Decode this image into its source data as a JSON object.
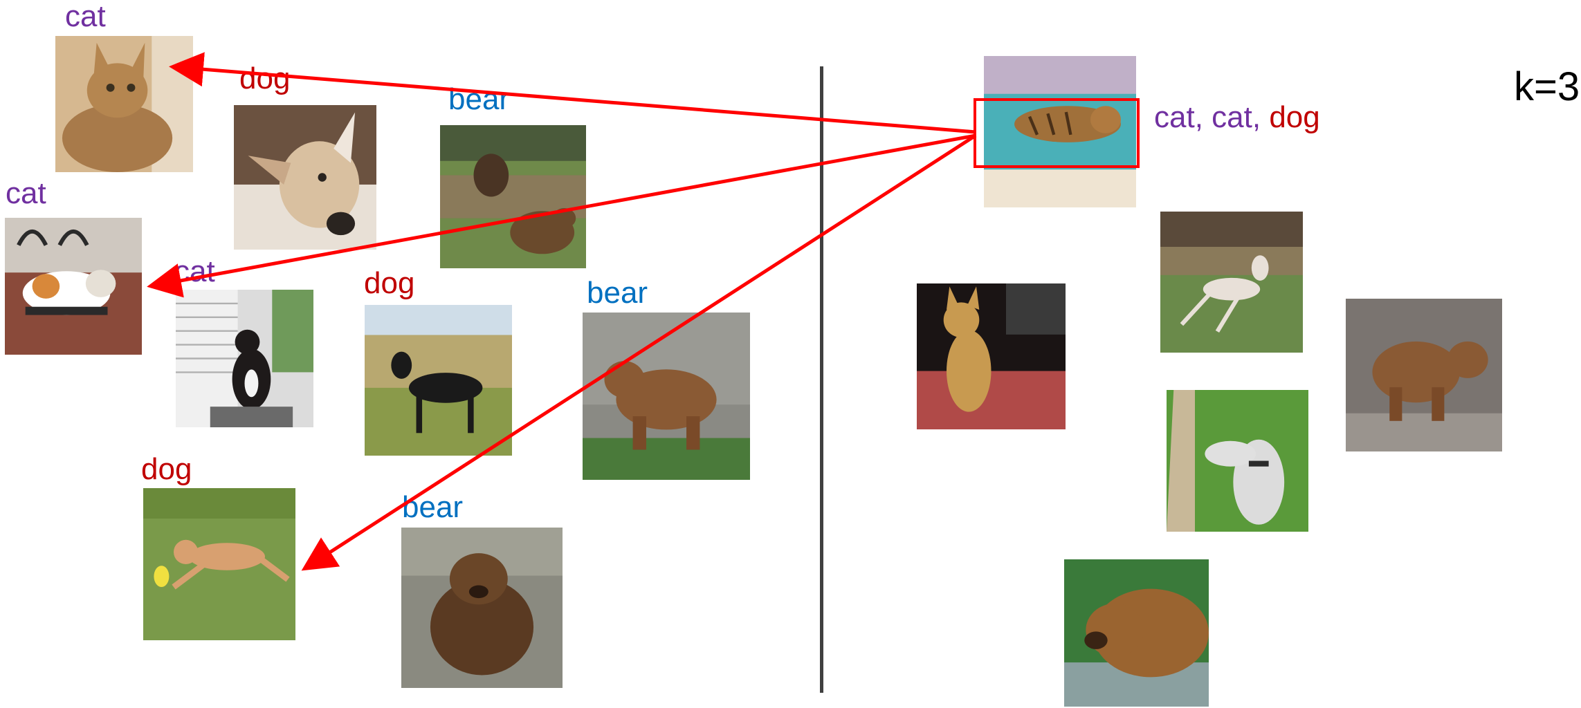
{
  "colors": {
    "cat": "#7030A0",
    "dog": "#C00000",
    "bear": "#0070C0",
    "arrow": "#FF0000",
    "divider": "#404040"
  },
  "training_examples": [
    {
      "label": "cat",
      "subject": "abyssinian cat portrait"
    },
    {
      "label": "dog",
      "subject": "whippet close-up"
    },
    {
      "label": "bear",
      "subject": "bears in forest clearing"
    },
    {
      "label": "cat",
      "subject": "white and orange cat on chair"
    },
    {
      "label": "cat",
      "subject": "black and white cat at window"
    },
    {
      "label": "dog",
      "subject": "black dog in tall grass"
    },
    {
      "label": "bear",
      "subject": "brown bear on rocks"
    },
    {
      "label": "dog",
      "subject": "tan dog catching frisbee"
    },
    {
      "label": "bear",
      "subject": "grizzly bear sitting"
    }
  ],
  "query": {
    "subject": "tabby cat on teal blanket",
    "neighbors": [
      "cat",
      "cat",
      "dog"
    ],
    "separator": ", "
  },
  "k_label": "k=3",
  "unlabeled_examples": [
    {
      "subject": "bengal cat on red cushion"
    },
    {
      "subject": "greyhound running"
    },
    {
      "subject": "whippet on path"
    },
    {
      "subject": "brown bear standing"
    },
    {
      "subject": "bear at river"
    }
  ]
}
